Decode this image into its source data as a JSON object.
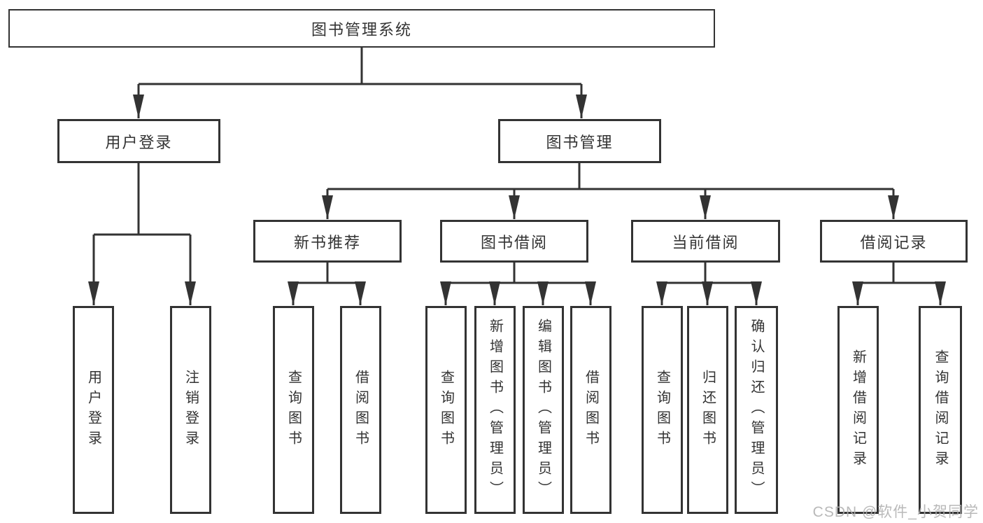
{
  "nodes": {
    "root": "图书管理系统",
    "user_login": "用户登录",
    "book_management": "图书管理",
    "new_book_recommend": "新书推荐",
    "book_borrow": "图书借阅",
    "current_borrow": "当前借阅",
    "borrow_records": "借阅记录",
    "leaves": {
      "ul_login": "用户登录",
      "ul_logout": "注销登录",
      "nb_query": "查询图书",
      "nb_borrow": "借阅图书",
      "bb_query": "查询图书",
      "bb_add": "新增图书（管理员）",
      "bb_edit": "编辑图书（管理员）",
      "bb_borrow": "借阅图书",
      "cb_query": "查询图书",
      "cb_return": "归还图书",
      "cb_confirm": "确认归还（管理员）",
      "br_add": "新增借阅记录",
      "br_query": "查询借阅记录"
    }
  },
  "watermark": "CSDN @软件_小贺同学",
  "colors": {
    "line": "#333333",
    "text": "#333333",
    "background": "#ffffff",
    "watermark": "#b0b0b0"
  }
}
